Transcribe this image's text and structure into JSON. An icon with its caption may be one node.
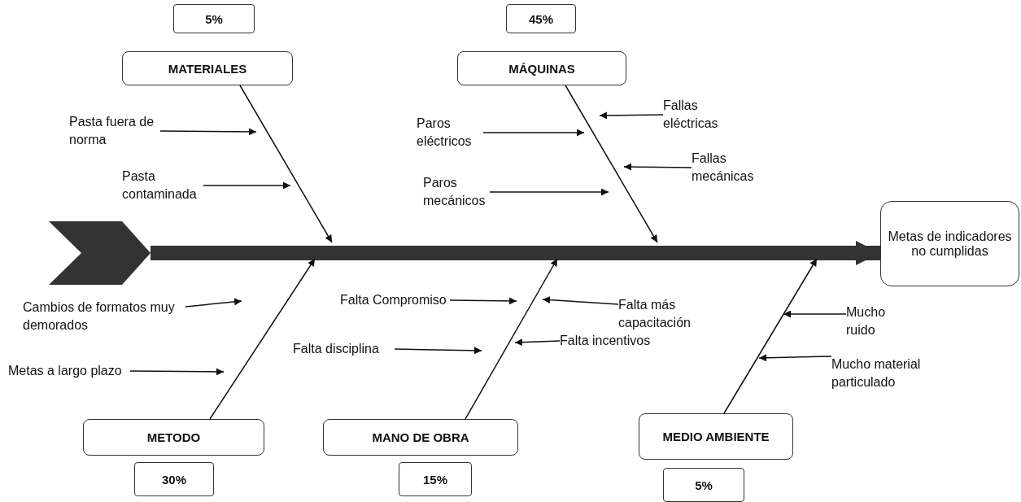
{
  "diagram": {
    "nodes": [
      {
        "text": [
          "5%"
        ]
      },
      {
        "text": [
          "MATERIALES"
        ]
      },
      {
        "text": [
          "45%"
        ]
      },
      {
        "text": [
          "MÁQUINAS"
        ]
      },
      {
        "text": [
          "Metas de indicadores no cumplidas"
        ]
      },
      {
        "text": [
          "METODO"
        ]
      },
      {
        "text": [
          "30%"
        ]
      },
      {
        "text": [
          "MANO DE OBRA"
        ]
      },
      {
        "text": [
          "15%"
        ]
      },
      {
        "text": [
          "MEDIO AMBIENTE"
        ]
      },
      {
        "text": [
          "5%"
        ]
      },
      {
        "text": [],
        "shape": "chevron"
      },
      {
        "text": [
          "Pasta fuera de norma"
        ]
      },
      {
        "text": [
          "Pasta contaminada"
        ]
      },
      {
        "text": [
          "Paros eléctricos"
        ]
      },
      {
        "text": [
          "Paros mecánicos"
        ]
      },
      {
        "text": [
          "Fallas eléctricas"
        ]
      },
      {
        "text": [
          "Fallas mecánicas"
        ]
      },
      {
        "text": [
          "Cambios de formatos muy demorados"
        ]
      },
      {
        "text": [
          "Metas a largo plazo"
        ]
      },
      {
        "text": [
          "Falta Compromiso"
        ]
      },
      {
        "text": [
          "Falta disciplina"
        ]
      },
      {
        "text": [
          "Falta más capacitación"
        ]
      },
      {
        "text": [
          "Falta incentivos"
        ]
      },
      {
        "text": [
          "Mucho ruido"
        ]
      },
      {
        "text": [
          "Mucho material particulado"
        ]
      }
    ],
    "edges": [
      {
        "from": 11,
        "to": 4,
        "arrow": "to",
        "style": "thick"
      },
      {
        "from": 1,
        "to": null,
        "arrow": "to"
      },
      {
        "from": 3,
        "to": null,
        "arrow": "to"
      },
      {
        "from": 5,
        "to": null,
        "arrow": "to"
      },
      {
        "from": 7,
        "to": null,
        "arrow": "to"
      },
      {
        "from": 9,
        "to": null,
        "arrow": "to"
      },
      {
        "from": 12,
        "to": null,
        "arrow": "to"
      },
      {
        "from": 13,
        "to": null,
        "arrow": "to"
      },
      {
        "from": 14,
        "to": null,
        "arrow": "to"
      },
      {
        "from": 15,
        "to": null,
        "arrow": "to"
      },
      {
        "from": 16,
        "to": null,
        "arrow": "to"
      },
      {
        "from": 17,
        "to": null,
        "arrow": "to"
      },
      {
        "from": 18,
        "to": null,
        "arrow": "to"
      },
      {
        "from": 19,
        "to": null,
        "arrow": "to"
      },
      {
        "from": 20,
        "to": null,
        "arrow": "to"
      },
      {
        "from": 21,
        "to": null,
        "arrow": "to"
      },
      {
        "from": 22,
        "to": null,
        "arrow": "to"
      },
      {
        "from": 23,
        "to": null,
        "arrow": "to"
      },
      {
        "from": 24,
        "to": null,
        "arrow": "to"
      },
      {
        "from": 25,
        "to": null,
        "arrow": "to"
      }
    ]
  }
}
